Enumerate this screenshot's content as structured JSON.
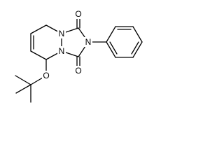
{
  "molecule": {
    "atoms": {
      "n1": "N",
      "n2": "N",
      "n3": "N",
      "o_top": "O",
      "o_bottom": "O",
      "o_ether": "O"
    }
  },
  "colors": {
    "ink": "#000000",
    "background": "#ffffff"
  }
}
